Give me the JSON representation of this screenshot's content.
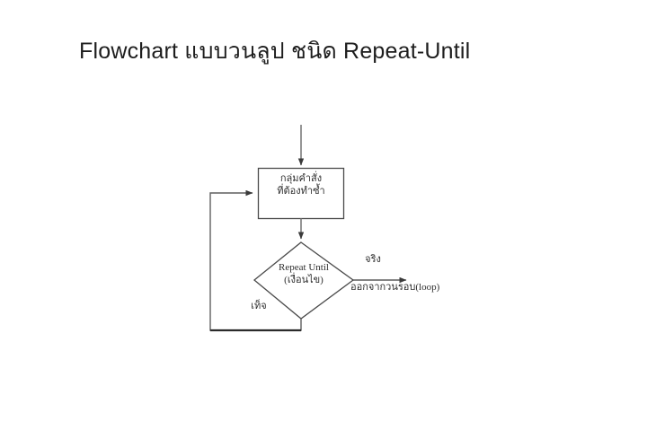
{
  "slide": {
    "background_color": "#ffffff",
    "title": "Flowchart แบบวนลูป ชนิด Repeat-Until"
  },
  "diagram": {
    "type": "flowchart",
    "line_color": "#555555",
    "text_color": "#2e2e2e",
    "nodes": [
      {
        "id": "process",
        "shape": "rectangle",
        "line1": "กลุ่มคำสั่ง",
        "line2": "ที่ต้องทำซ้ำ"
      },
      {
        "id": "decision",
        "shape": "diamond",
        "line1": "Repeat Until",
        "line2": "(เงื่อนไข)"
      }
    ],
    "edge_labels": {
      "true_branch": "จริง",
      "false_branch": "เท็จ",
      "exit_text": "ออกจากวนรอบ(loop)"
    }
  }
}
